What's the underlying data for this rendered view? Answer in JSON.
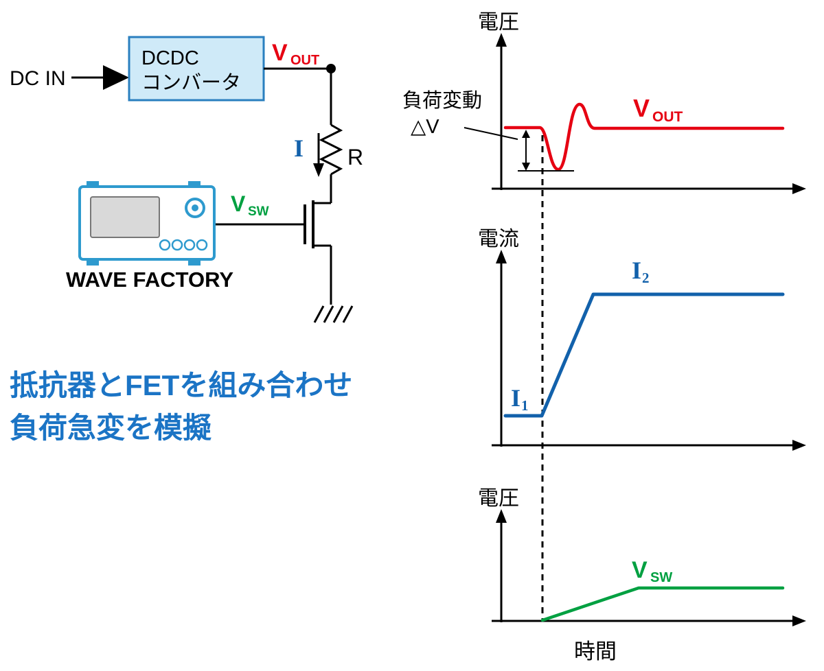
{
  "colors": {
    "red": "#e60012",
    "blue": "#1261ab",
    "green": "#00a041",
    "caption_blue": "#1b74c5",
    "instrument_blue": "#2e9ace",
    "box_fill": "#cfeaf8",
    "box_border": "#2a7fbf",
    "screen_gray": "#d9d9d9",
    "black": "#000000"
  },
  "circuit": {
    "dc_in_label": "DC IN",
    "converter_line1": "DCDC",
    "converter_line2": "コンバータ",
    "vout_main": "V",
    "vout_sub": "OUT",
    "resistor_label": "R",
    "current_label": "I",
    "vsw_main": "V",
    "vsw_sub": "SW",
    "instrument_label": "WAVE FACTORY"
  },
  "caption": {
    "line1": "抵抗器とFETを組み合わせ",
    "line2": "負荷急変を模擬"
  },
  "graph_top": {
    "y_axis_label": "電圧",
    "annotation_line1": "負荷変動",
    "annotation_line2": "△V",
    "trace_main": "V",
    "trace_sub": "OUT"
  },
  "graph_middle": {
    "y_axis_label": "電流",
    "level1_main": "I",
    "level1_sub": "1",
    "level2_main": "I",
    "level2_sub": "2"
  },
  "graph_bottom": {
    "y_axis_label": "電圧",
    "trace_main": "V",
    "trace_sub": "SW",
    "x_axis_label": "時間"
  }
}
